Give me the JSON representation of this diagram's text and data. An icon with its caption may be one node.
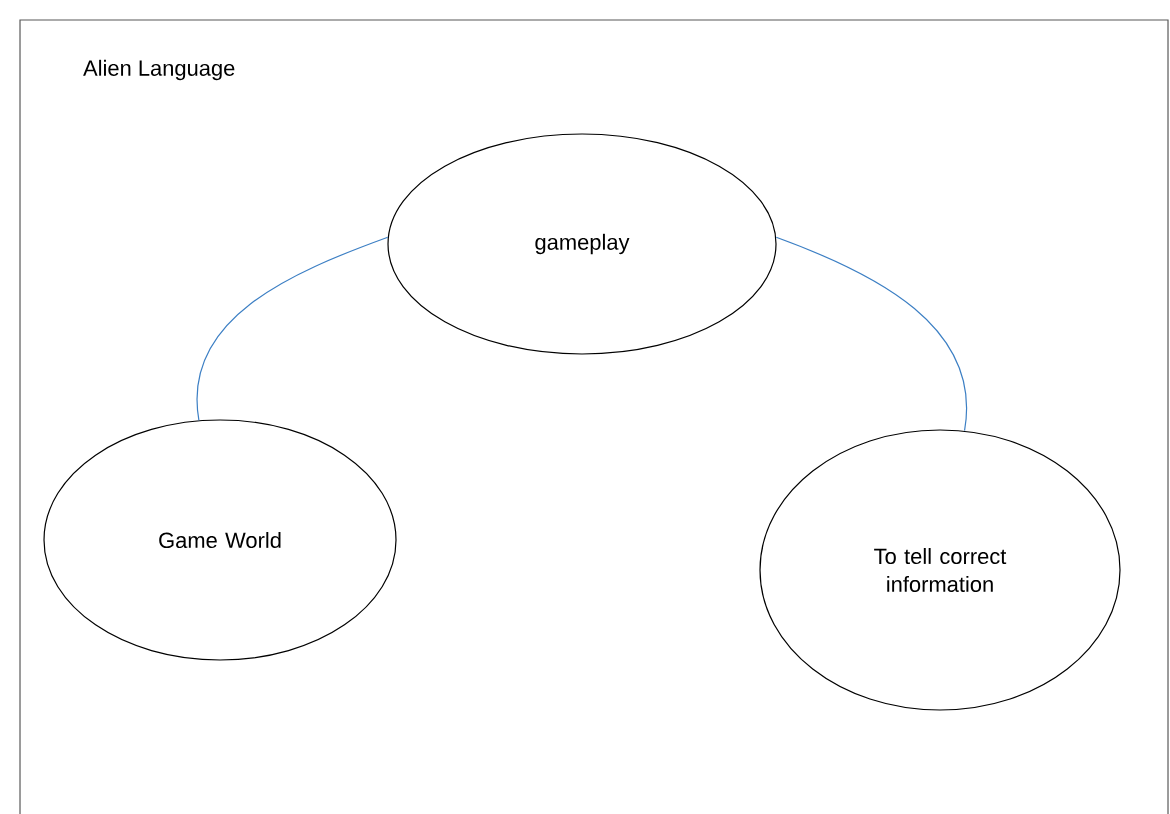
{
  "diagram": {
    "title": "Alien Language",
    "nodes": [
      {
        "text": [
          "gameplay"
        ]
      },
      {
        "text": [
          "Game World"
        ]
      },
      {
        "text": [
          "To tell correct information"
        ]
      }
    ],
    "edges": [
      {
        "from": 0,
        "to": 1,
        "arrow": "none"
      },
      {
        "from": 0,
        "to": 2,
        "arrow": "none"
      }
    ]
  }
}
